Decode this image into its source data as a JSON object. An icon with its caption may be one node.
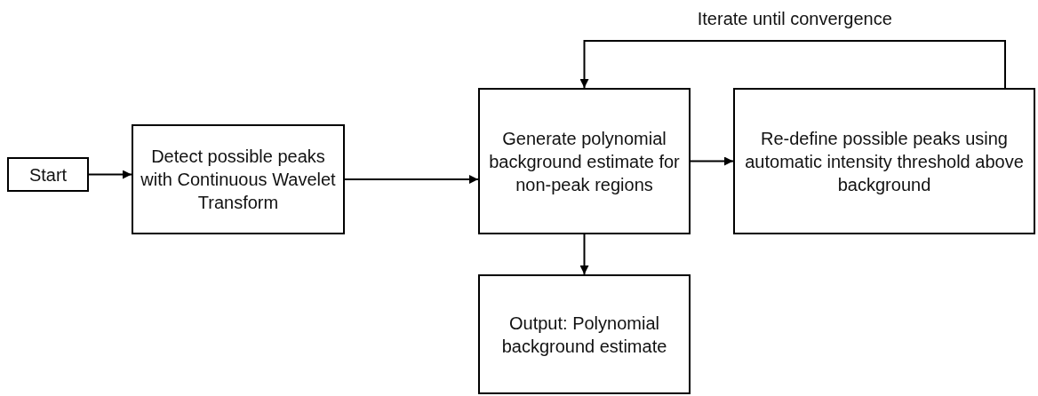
{
  "diagram": {
    "nodes": [
      {
        "text": [
          "Start"
        ]
      },
      {
        "text": [
          "Detect possible peaks with Continuous Wavelet Transform"
        ]
      },
      {
        "text": [
          "Generate polynomial background estimate for non-peak regions"
        ]
      },
      {
        "text": [
          "Re-define possible peaks using automatic intensity threshold above background"
        ]
      },
      {
        "text": [
          "Output: Polynomial background estimate"
        ]
      }
    ],
    "edges": [
      {
        "from": 0,
        "to": 1,
        "arrow": "to"
      },
      {
        "from": 1,
        "to": 2,
        "arrow": "to"
      },
      {
        "from": 2,
        "to": 3,
        "arrow": "to"
      },
      {
        "from": 3,
        "to": 2,
        "arrow": "to",
        "label": "Iterate until convergence"
      },
      {
        "from": 2,
        "to": 4,
        "arrow": "to"
      }
    ]
  }
}
